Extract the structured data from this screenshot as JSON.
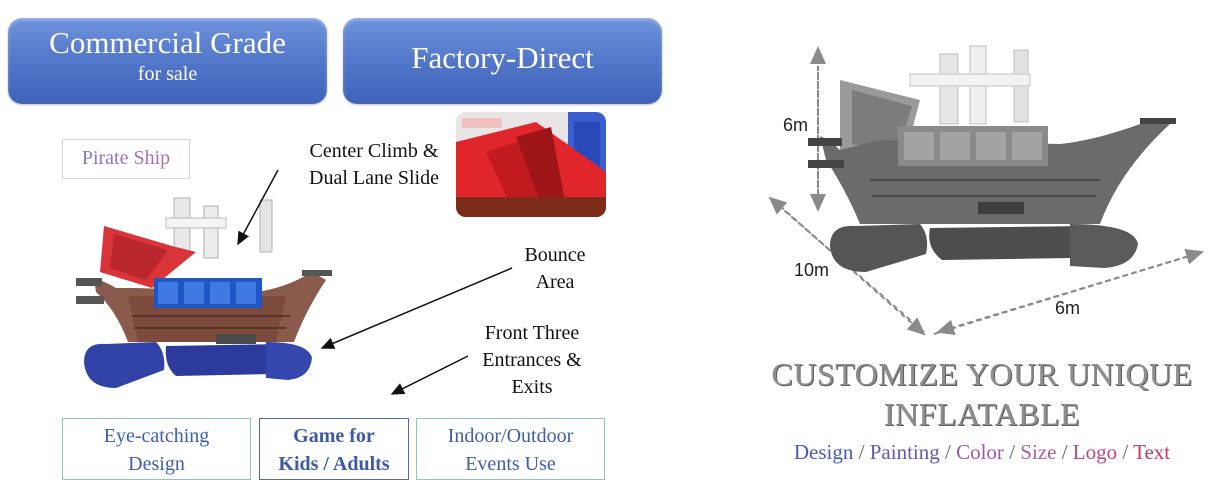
{
  "banners": {
    "commercial": {
      "title": "Commercial Grade",
      "sub": "for sale"
    },
    "factory": {
      "title": "Factory-Direct"
    }
  },
  "product": {
    "tag": "Pirate Ship"
  },
  "callouts": {
    "climb": [
      "Center Climb &",
      "Dual Lane Slide"
    ],
    "bounce": [
      "Bounce",
      "Area"
    ],
    "entrances": [
      "Front Three",
      "Entrances &",
      "Exits"
    ]
  },
  "features": [
    {
      "line1": "Eye-catching",
      "line2": "Design"
    },
    {
      "line1": "Game for",
      "line2": "Kids / Adults"
    },
    {
      "line1": "Indoor/Outdoor",
      "line2": "Events Use"
    }
  ],
  "dimensions": {
    "height": "6m",
    "length": "10m",
    "width": "6m"
  },
  "customize": {
    "line1": "CUSTOMIZE YOUR UNIQUE",
    "line2": "INFLATABLE",
    "options": [
      "Design",
      "Painting",
      "Color",
      "Size",
      "Logo",
      "Text"
    ],
    "separator": " / "
  },
  "colors": {
    "banner": "#4f74c8",
    "feature_border": "#8cc7bc",
    "feature_text": "#3e5fa8",
    "custom_title": "#8e8e8e"
  }
}
